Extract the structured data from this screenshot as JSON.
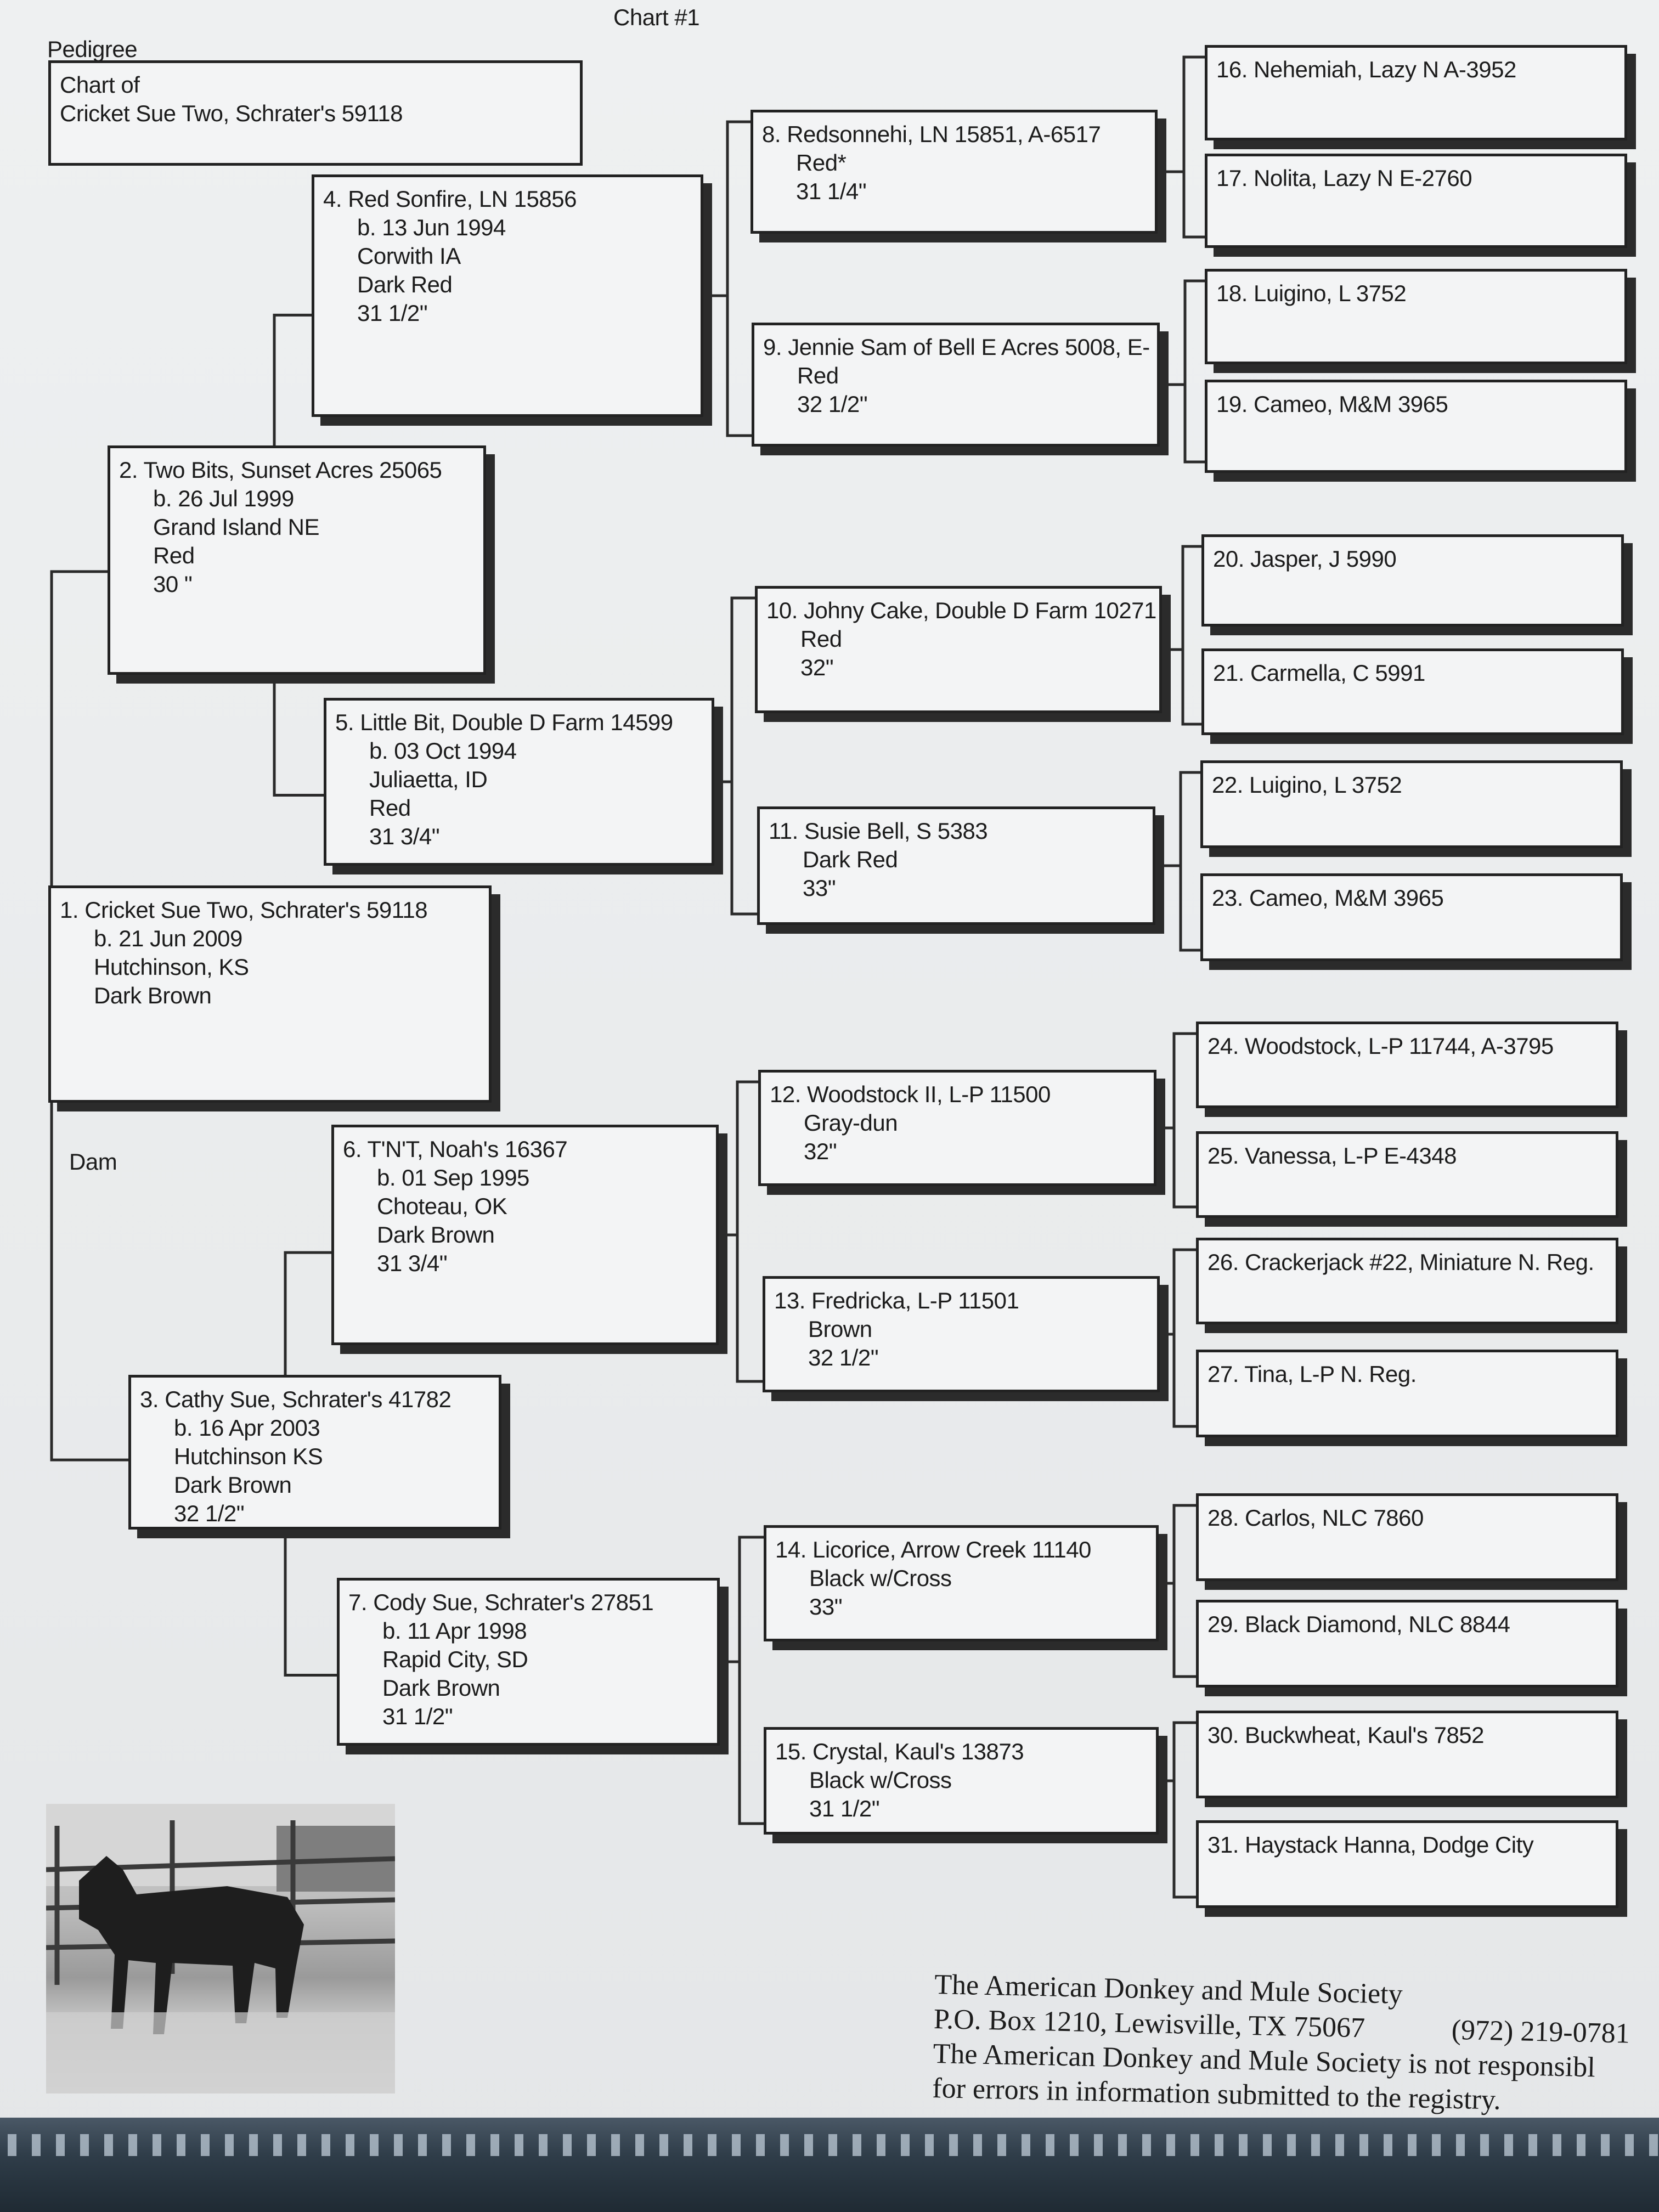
{
  "header": {
    "chart_number": "Chart #1",
    "section_label": "Pedigree"
  },
  "chart_of": {
    "line1": "Chart of",
    "line2": "Cricket Sue Two, Schrater's 59118"
  },
  "dam_label": "Dam",
  "animals": [
    {
      "id": 1,
      "name": "1. Cricket Sue Two, Schrater's 59118",
      "details": [
        "b. 21 Jun 2009",
        "Hutchinson, KS",
        "Dark Brown"
      ]
    },
    {
      "id": 2,
      "name": "2. Two Bits, Sunset Acres 25065",
      "details": [
        "b. 26 Jul 1999",
        "Grand Island NE",
        "Red",
        "30 \""
      ]
    },
    {
      "id": 3,
      "name": "3. Cathy Sue, Schrater's 41782",
      "details": [
        "b. 16 Apr 2003",
        "Hutchinson KS",
        "Dark Brown",
        "32 1/2\""
      ]
    },
    {
      "id": 4,
      "name": "4. Red Sonfire, LN 15856",
      "details": [
        "b. 13 Jun 1994",
        "Corwith IA",
        "Dark Red",
        "31 1/2\""
      ]
    },
    {
      "id": 5,
      "name": "5. Little Bit, Double D Farm 14599",
      "details": [
        "b. 03 Oct 1994",
        "Juliaetta, ID",
        "Red",
        "31 3/4\""
      ]
    },
    {
      "id": 6,
      "name": "6. T'N'T, Noah's 16367",
      "details": [
        "b. 01 Sep 1995",
        "Choteau, OK",
        "Dark Brown",
        "31 3/4\""
      ]
    },
    {
      "id": 7,
      "name": "7. Cody Sue, Schrater's 27851",
      "details": [
        "b. 11 Apr 1998",
        "Rapid City, SD",
        "Dark Brown",
        "31 1/2\""
      ]
    },
    {
      "id": 8,
      "name": "8. Redsonnehi, LN 15851, A-6517",
      "details": [
        "Red*",
        "31 1/4\""
      ]
    },
    {
      "id": 9,
      "name": "9. Jennie Sam of Bell E Acres 5008, E-",
      "details": [
        "Red",
        "32 1/2\""
      ]
    },
    {
      "id": 10,
      "name": "10. Johny Cake, Double D Farm 10271",
      "details": [
        "Red",
        "32\""
      ]
    },
    {
      "id": 11,
      "name": "11. Susie Bell, S 5383",
      "details": [
        "Dark Red",
        "33\""
      ]
    },
    {
      "id": 12,
      "name": "12. Woodstock II, L-P 11500",
      "details": [
        "Gray-dun",
        "32\""
      ]
    },
    {
      "id": 13,
      "name": "13. Fredricka, L-P 11501",
      "details": [
        "Brown",
        "32 1/2\""
      ]
    },
    {
      "id": 14,
      "name": "14. Licorice, Arrow Creek 11140",
      "details": [
        "Black w/Cross",
        "33\""
      ]
    },
    {
      "id": 15,
      "name": "15. Crystal, Kaul's 13873",
      "details": [
        "Black w/Cross",
        "31 1/2\""
      ]
    },
    {
      "id": 16,
      "name": "16. Nehemiah, Lazy N A-3952",
      "details": []
    },
    {
      "id": 17,
      "name": "17. Nolita, Lazy N E-2760",
      "details": []
    },
    {
      "id": 18,
      "name": "18. Luigino, L 3752",
      "details": []
    },
    {
      "id": 19,
      "name": "19. Cameo, M&M 3965",
      "details": []
    },
    {
      "id": 20,
      "name": "20. Jasper, J 5990",
      "details": []
    },
    {
      "id": 21,
      "name": "21. Carmella, C 5991",
      "details": []
    },
    {
      "id": 22,
      "name": "22. Luigino, L 3752",
      "details": []
    },
    {
      "id": 23,
      "name": "23. Cameo, M&M 3965",
      "details": []
    },
    {
      "id": 24,
      "name": "24. Woodstock, L-P 11744, A-3795",
      "details": []
    },
    {
      "id": 25,
      "name": "25. Vanessa, L-P E-4348",
      "details": []
    },
    {
      "id": 26,
      "name": "26. Crackerjack #22, Miniature N. Reg.",
      "details": []
    },
    {
      "id": 27,
      "name": "27. Tina, L-P N. Reg.",
      "details": []
    },
    {
      "id": 28,
      "name": "28. Carlos, NLC 7860",
      "details": []
    },
    {
      "id": 29,
      "name": "29. Black Diamond, NLC 8844",
      "details": []
    },
    {
      "id": 30,
      "name": "30. Buckwheat, Kaul's 7852",
      "details": []
    },
    {
      "id": 31,
      "name": "31. Haystack Hanna, Dodge City",
      "details": []
    }
  ],
  "footer": {
    "org": "The American Donkey and Mule Society",
    "address": "P.O. Box 1210, Lewisville, TX 75067",
    "phone": "(972) 219-0781",
    "disclaimer1": "The American Donkey and Mule Society is not responsibl",
    "disclaimer2": "for errors in information submitted to the registry."
  }
}
